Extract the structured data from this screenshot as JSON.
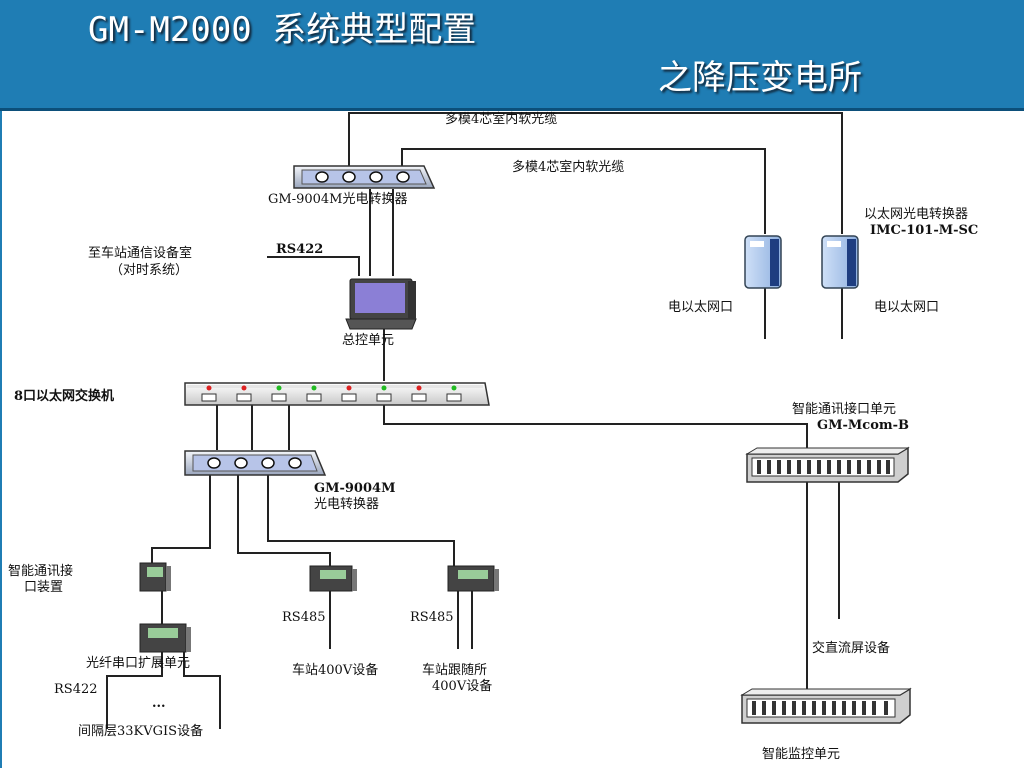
{
  "header": {
    "title_line1": "GM-M2000 系统典型配置",
    "title_line2": "之降压变电所",
    "background": "#1f7db4"
  },
  "diagram": {
    "cable_label_1": "多模4芯室内软光缆",
    "cable_label_2": "多模4芯室内软光缆",
    "converter_top": "GM-9004M光电转换器",
    "eth_converter_line1": "以太网光电转换器",
    "eth_converter_line2": "IMC-101-M-SC",
    "eth_port_left": "电以太网口",
    "eth_port_right": "电以太网口",
    "comm_room_line1": "至车站通信设备室",
    "comm_room_line2": "（对时系统）",
    "rs422_top": "RS422",
    "master_unit": "总控单元",
    "switch_label": "8口以太网交换机",
    "smart_comm_line1": "智能通讯接口单元",
    "smart_comm_line2": "GM-Mcom-B",
    "converter_mid_line1": "GM-9004M",
    "converter_mid_line2": "光电转换器",
    "device_left_line1": "智能通讯接",
    "device_left_line2": "口装置",
    "rs485_a": "RS485",
    "rs485_b": "RS485",
    "fiber_expansion": "光纤串口扩展单元",
    "rs422_bottom": "RS422",
    "ellipsis": "...",
    "gis_device": "间隔层33KVGIS设备",
    "station_400v": "车站400V设备",
    "substation_line1": "车站跟随所",
    "substation_line2": "400V设备",
    "acdc_panel": "交直流屏设备",
    "smart_monitor": "智能监控单元"
  }
}
